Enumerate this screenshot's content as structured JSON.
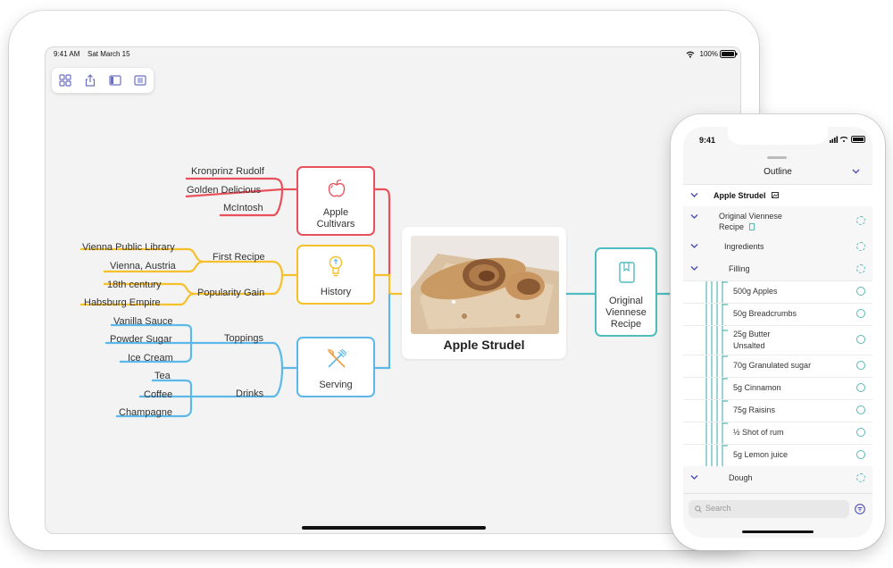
{
  "tablet": {
    "status": {
      "time": "9:41 AM",
      "date": "Sat March 15",
      "battery": "100%",
      "wifi_icon": "wifi-icon"
    },
    "toolbar": [
      "grid-view-icon",
      "share-icon",
      "sidebar-icon",
      "outline-panel-icon"
    ]
  },
  "mindmap": {
    "central": {
      "title": "Apple Strudel",
      "image": "apple-strudel-photo"
    },
    "apple_cultivars": {
      "label_line1": "Apple",
      "label_line2": "Cultivars",
      "icon": "apple-icon",
      "color": "#e8505b",
      "children": [
        "Kronprinz Rudolf",
        "Golden Delicious",
        "McIntosh"
      ]
    },
    "history": {
      "label": "History",
      "icon": "lightbulb-icon",
      "color": "#f5c02a",
      "first_recipe": {
        "label": "First Recipe",
        "children": [
          "Vienna Public Library",
          "Vienna, Austria"
        ]
      },
      "popularity_gain": {
        "label": "Popularity Gain",
        "children": [
          "18th century",
          "Habsburg Empire"
        ]
      }
    },
    "serving": {
      "label": "Serving",
      "icon": "utensils-icon",
      "color": "#5bb8e8",
      "toppings": {
        "label": "Toppings",
        "children": [
          "Vanilla Sauce",
          "Powder Sugar",
          "Ice Cream"
        ]
      },
      "drinks": {
        "label": "Drinks",
        "children": [
          "Tea",
          "Coffee",
          "Champagne"
        ]
      }
    },
    "recipe": {
      "label_line1": "Original",
      "label_line2": "Viennese",
      "label_line3": "Recipe",
      "icon": "document-icon",
      "color": "#4fbcc0"
    }
  },
  "phone": {
    "status": {
      "time": "9:41"
    },
    "outline_title": "Outline",
    "rows": [
      {
        "text": "Apple Strudel",
        "bold": true
      },
      {
        "text": "Original Viennese",
        "text2": "Recipe"
      },
      {
        "text": "Ingredients"
      },
      {
        "text": "Filling"
      },
      {
        "text": "500g Apples"
      },
      {
        "text": "50g Breadcrumbs"
      },
      {
        "text": "25g Butter",
        "text2": "Unsalted"
      },
      {
        "text": "70g Granulated sugar"
      },
      {
        "text": "5g Cinnamon"
      },
      {
        "text": "75g Raisins"
      },
      {
        "text": "½ Shot of rum"
      },
      {
        "text": "5g Lemon juice"
      },
      {
        "text": "Dough"
      }
    ],
    "search_placeholder": "Search"
  }
}
